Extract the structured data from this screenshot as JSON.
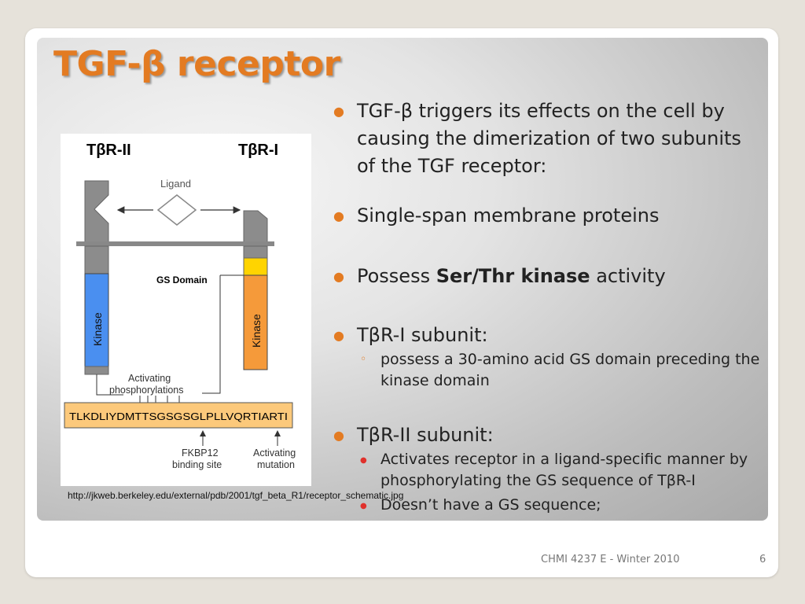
{
  "slide": {
    "title": "TGF-β receptor",
    "bullets": [
      {
        "text": "TGF-β triggers its effects on the cell by causing the dimerization of two subunits of the TGF receptor:"
      },
      {
        "text": "Single-span membrane proteins"
      },
      {
        "pre": "Possess ",
        "bold": "Ser/Thr kinase",
        "post": " activity"
      },
      {
        "text": "TβR-I subunit:"
      },
      {
        "text": "possess a 30-amino acid GS domain preceding the kinase domain"
      },
      {
        "text": "TβR-II subunit:"
      },
      {
        "text": "Activates receptor in a ligand-specific manner by phosphorylating the GS sequence of TβR-I"
      },
      {
        "text": "Doesn’t have a GS sequence;"
      }
    ],
    "caption": "http://jkweb.berkeley.edu/external/pdb/2001/tgf_beta_R1/receptor_schematic.jpg",
    "footer": "CHMI 4237 E - Winter 2010",
    "page_number": "6"
  },
  "figure": {
    "label_r2": "TβR-II",
    "label_r1": "TβR-I",
    "ligand": "Ligand",
    "gs_domain": "GS Domain",
    "kinase": "Kinase",
    "activating": "Activating",
    "phosphorylations": "phosphorylations",
    "sequence": "TLKDLIYDMTTSGSGSGLPLLVQRTIARTI",
    "fkbp_line1": "FKBP12",
    "fkbp_line2": "binding site",
    "mut_line1": "Activating",
    "mut_line2": "mutation"
  },
  "colors": {
    "accent": "#e37b22",
    "kinase_blue": "#4a8ff0",
    "kinase_orange": "#f59a3a",
    "gs_yellow": "#ffd400",
    "sequence_bg": "#fcc97b"
  }
}
